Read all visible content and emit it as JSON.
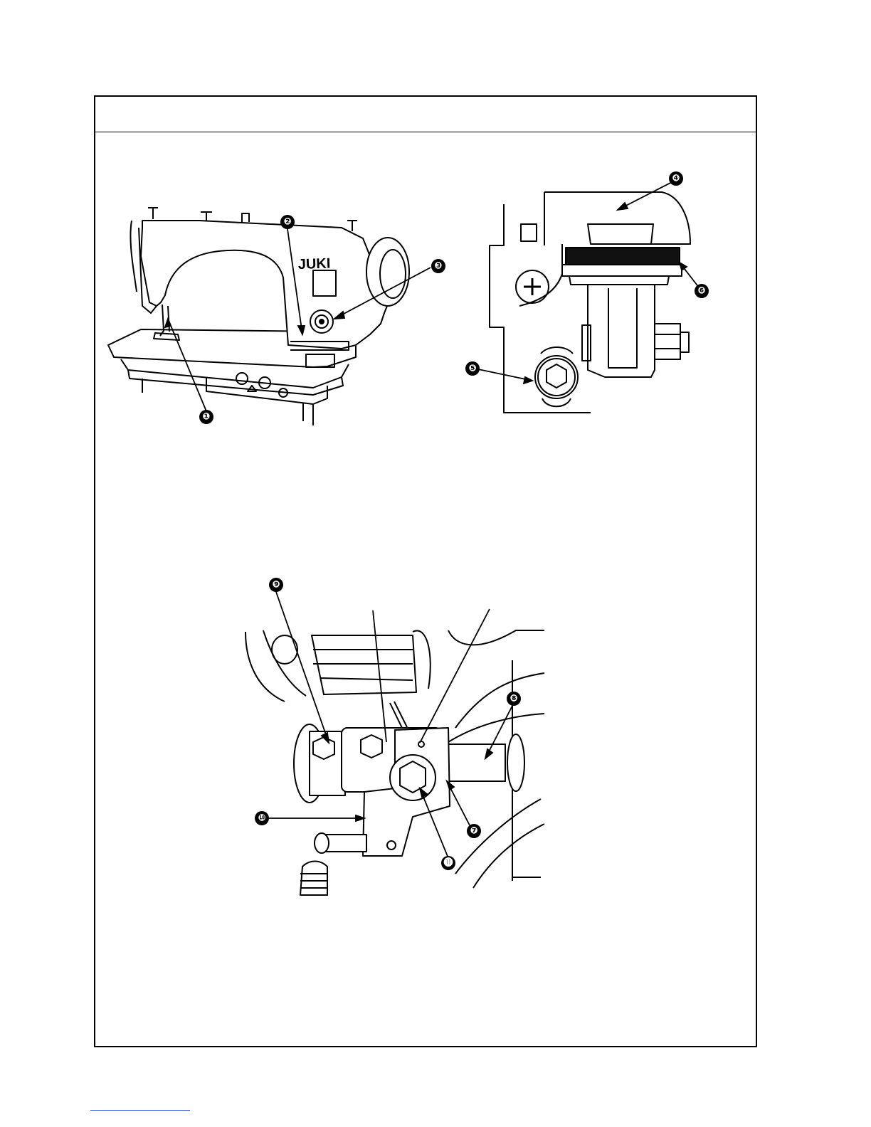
{
  "figure1": {
    "brand": "JUKI",
    "callouts": [
      "❶",
      "❷",
      "❸"
    ]
  },
  "figure2": {
    "callouts": [
      "❹",
      "❺",
      "❻"
    ]
  },
  "figure3": {
    "callouts": [
      "❼",
      "❽",
      "❾",
      "❿",
      "⓫"
    ]
  },
  "colors": {
    "line": "#000000",
    "fill": "#ffffff",
    "shade": "#111111",
    "link": "#3a5bd9"
  }
}
